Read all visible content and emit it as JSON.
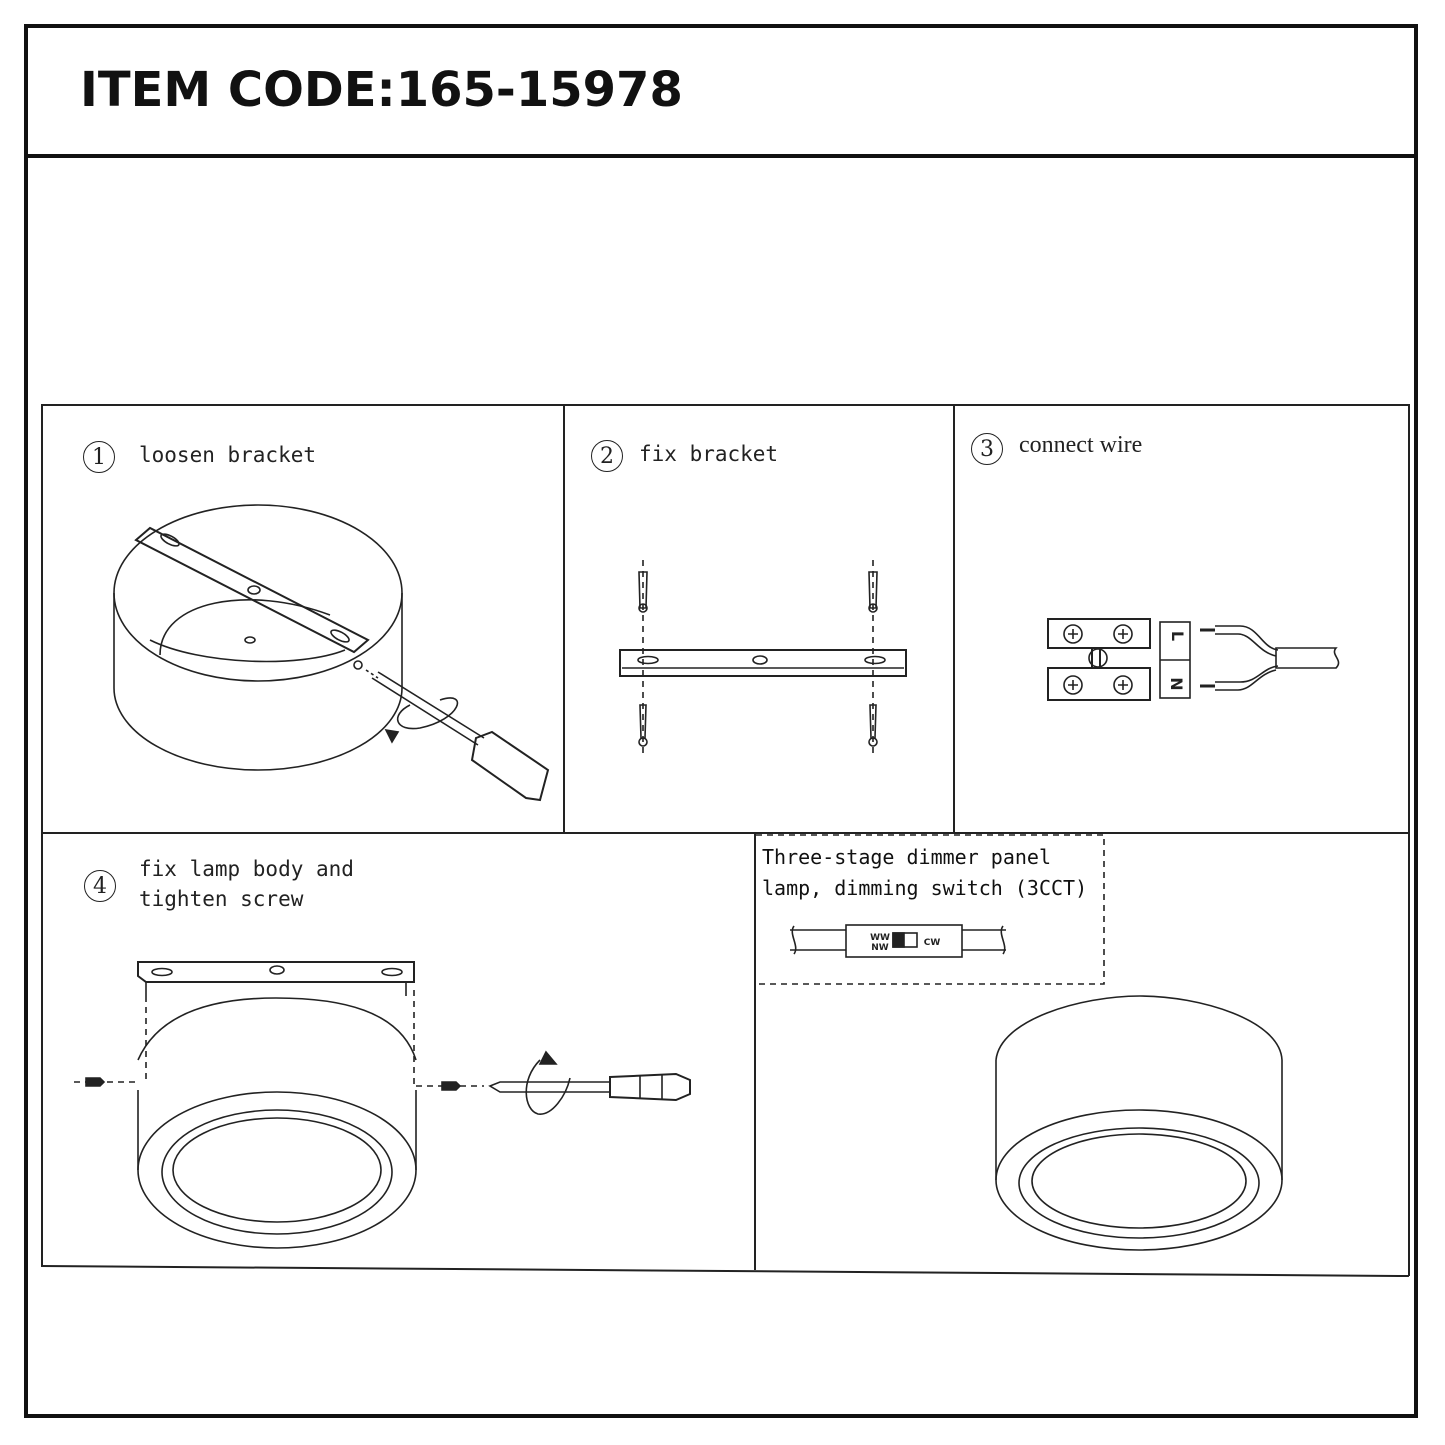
{
  "header": {
    "item_code": "ITEM CODE:165-15978"
  },
  "steps": [
    {
      "number": "1",
      "label": "loosen bracket"
    },
    {
      "number": "2",
      "label": "fix bracket"
    },
    {
      "number": "3",
      "label": "connect wire"
    },
    {
      "number": "4",
      "label_line1": "fix lamp body and",
      "label_line2": "tighten screw"
    }
  ],
  "dimmer": {
    "line1": "Three-stage dimmer panel",
    "line2": "lamp, dimming switch (3CCT)",
    "switch_left_top": "WW",
    "switch_left_bottom": "NW",
    "switch_right": "CW"
  },
  "terminal": {
    "label_l": "L",
    "label_n": "N"
  }
}
